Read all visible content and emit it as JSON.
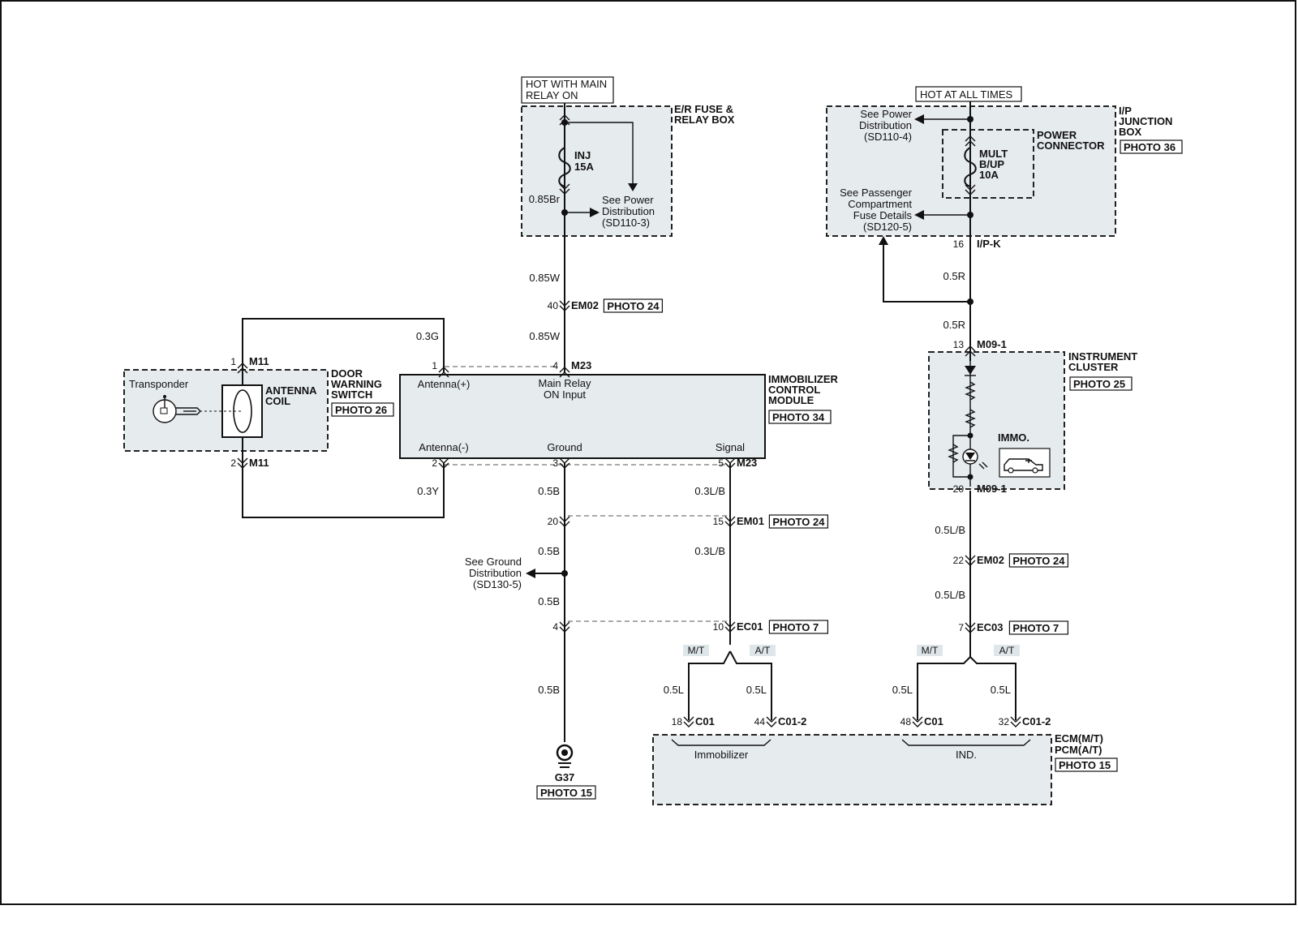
{
  "supplies": {
    "hot_main_relay": [
      "HOT WITH MAIN",
      "RELAY ON"
    ],
    "hot_all_times": "HOT AT ALL TIMES"
  },
  "boxes": {
    "er_fuse": [
      "E/R FUSE &",
      "RELAY BOX"
    ],
    "ip_junction": [
      "I/P",
      "JUNCTION",
      "BOX"
    ],
    "ip_junction_photo": "PHOTO 36",
    "power_connector": [
      "POWER",
      "CONNECTOR"
    ],
    "door_warning": [
      "DOOR",
      "WARNING",
      "SWITCH"
    ],
    "door_warning_photo": "PHOTO 26",
    "antenna_coil": [
      "ANTENNA",
      "COIL"
    ],
    "transponder": "Transponder",
    "immobilizer": [
      "IMMOBILIZER",
      "CONTROL",
      "MODULE"
    ],
    "immobilizer_photo": "PHOTO 34",
    "cluster": [
      "INSTRUMENT",
      "CLUSTER"
    ],
    "cluster_photo": "PHOTO 25",
    "immo_lamp": "IMMO.",
    "ecm": [
      "ECM(M/T)",
      "PCM(A/T)"
    ],
    "ecm_photo": "PHOTO 15"
  },
  "fuses": {
    "inj": [
      "INJ",
      "15A"
    ],
    "mult": [
      "MULT",
      "B/UP",
      "10A"
    ]
  },
  "module_pins": {
    "antenna_plus": "Antenna(+)",
    "main_relay": [
      "Main Relay",
      "ON Input"
    ],
    "antenna_minus": "Antenna(-)",
    "ground": "Ground",
    "signal": "Signal"
  },
  "ecm_pins": {
    "immobilizer": "Immobilizer",
    "ind": "IND."
  },
  "references": {
    "pwr_sd110_3": [
      "See Power",
      "Distribution",
      "(SD110-3)"
    ],
    "pwr_sd110_4": [
      "See Power",
      "Distribution",
      "(SD110-4)"
    ],
    "fuse_sd120_5": [
      "See Passenger",
      "Compartment",
      "Fuse Details",
      "(SD120-5)"
    ],
    "gnd_sd130_5": [
      "See Ground",
      "Distribution",
      "(SD130-5)"
    ]
  },
  "wires": [
    {
      "at": "w1",
      "label": "0.85Br"
    },
    {
      "at": "w2",
      "label": "0.85W"
    },
    {
      "at": "w3",
      "label": "0.85W"
    },
    {
      "at": "w4",
      "label": "0.3G"
    },
    {
      "at": "w5",
      "label": "0.3Y"
    },
    {
      "at": "w6",
      "label": "0.5B"
    },
    {
      "at": "w7",
      "label": "0.5B"
    },
    {
      "at": "w8",
      "label": "0.5B"
    },
    {
      "at": "w9",
      "label": "0.5B"
    },
    {
      "at": "w10",
      "label": "0.3L/B"
    },
    {
      "at": "w11",
      "label": "0.3L/B"
    },
    {
      "at": "w12",
      "label": "0.5R"
    },
    {
      "at": "w13",
      "label": "0.5R"
    },
    {
      "at": "w14",
      "label": "0.5L/B"
    },
    {
      "at": "w15",
      "label": "0.5L/B"
    },
    {
      "at": "w16",
      "label": "0.5L"
    },
    {
      "at": "w17",
      "label": "0.5L"
    },
    {
      "at": "w18",
      "label": "0.5L"
    },
    {
      "at": "w19",
      "label": "0.5L"
    }
  ],
  "connectors": [
    {
      "at": "c1",
      "pin": "40",
      "name": "EM02",
      "photo": "PHOTO 24"
    },
    {
      "at": "c2",
      "pin": "4",
      "name": "M23",
      "photo": ""
    },
    {
      "at": "c3",
      "pin": "1",
      "name": "",
      "photo": ""
    },
    {
      "at": "c4",
      "pin": "1",
      "name": "M11",
      "photo": ""
    },
    {
      "at": "c5",
      "pin": "2",
      "name": "M11",
      "photo": ""
    },
    {
      "at": "c6",
      "pin": "2",
      "name": "",
      "photo": ""
    },
    {
      "at": "c7",
      "pin": "3",
      "name": "",
      "photo": ""
    },
    {
      "at": "c8",
      "pin": "5",
      "name": "M23",
      "photo": ""
    },
    {
      "at": "c9",
      "pin": "20",
      "name": "",
      "photo": ""
    },
    {
      "at": "c10",
      "pin": "15",
      "name": "EM01",
      "photo": "PHOTO 24"
    },
    {
      "at": "c11",
      "pin": "4",
      "name": "",
      "photo": ""
    },
    {
      "at": "c12",
      "pin": "10",
      "name": "EC01",
      "photo": "PHOTO 7"
    },
    {
      "at": "c13",
      "pin": "16",
      "name": "I/P-K",
      "photo": ""
    },
    {
      "at": "c14",
      "pin": "13",
      "name": "M09-1",
      "photo": ""
    },
    {
      "at": "c15",
      "pin": "20",
      "name": "M09-1",
      "photo": ""
    },
    {
      "at": "c16",
      "pin": "22",
      "name": "EM02",
      "photo": "PHOTO 24"
    },
    {
      "at": "c17",
      "pin": "7",
      "name": "EC03",
      "photo": "PHOTO 7"
    },
    {
      "at": "c18",
      "pin": "18",
      "name": "C01",
      "photo": ""
    },
    {
      "at": "c19",
      "pin": "44",
      "name": "C01-2",
      "photo": ""
    },
    {
      "at": "c20",
      "pin": "48",
      "name": "C01",
      "photo": ""
    },
    {
      "at": "c21",
      "pin": "32",
      "name": "C01-2",
      "photo": ""
    }
  ],
  "options": [
    {
      "at": "o1",
      "label": "M/T"
    },
    {
      "at": "o2",
      "label": "A/T"
    },
    {
      "at": "o3",
      "label": "M/T"
    },
    {
      "at": "o4",
      "label": "A/T"
    }
  ],
  "ground": {
    "name": "G37",
    "photo": "PHOTO 15"
  }
}
